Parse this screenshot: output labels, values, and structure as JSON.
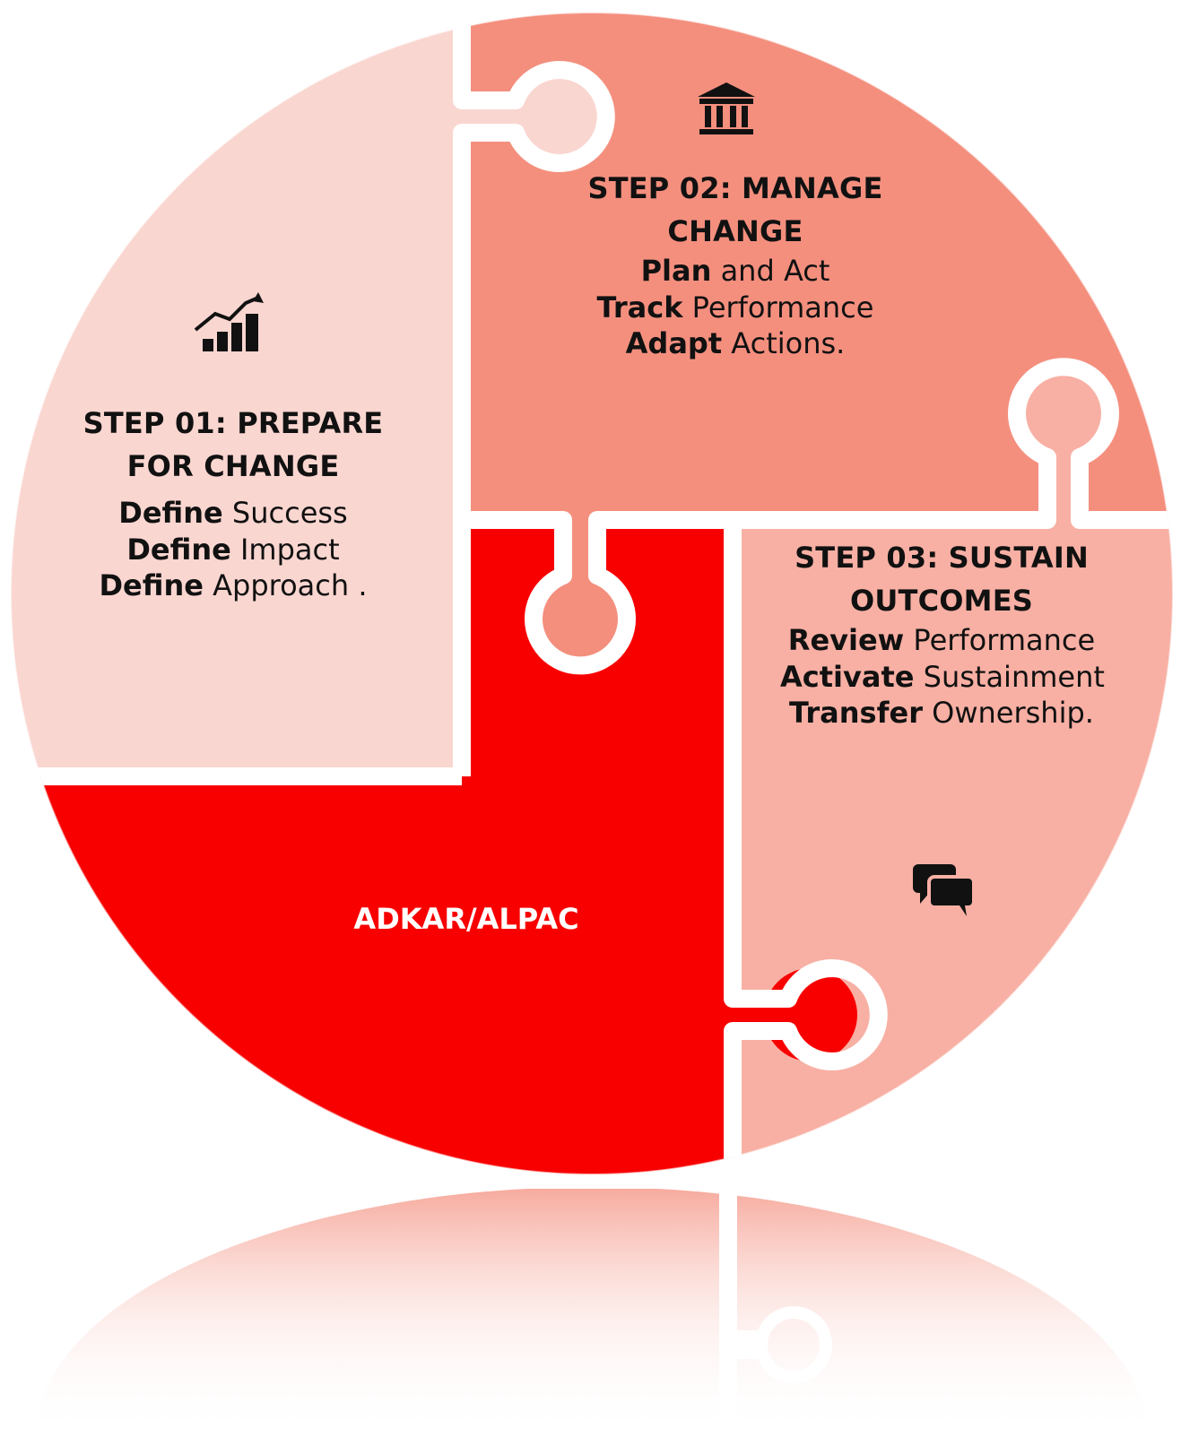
{
  "colors": {
    "piece_step1": "#fad6d0",
    "piece_step2": "#f48f7e",
    "piece_step3": "#f8b0a4",
    "piece_center": "#f80000",
    "border": "#ffffff",
    "text": "#111111",
    "center_text": "#ffffff"
  },
  "step1": {
    "icon": "growth-chart-icon",
    "title_line1": "STEP 01: PREPARE",
    "title_line2": "FOR CHANGE",
    "lines": [
      {
        "bold": "Define",
        "rest": " Success"
      },
      {
        "bold": "Define",
        "rest": " Impact"
      },
      {
        "bold": "Define",
        "rest": " Approach ."
      }
    ]
  },
  "step2": {
    "icon": "bank-building-icon",
    "title_line1": "STEP 02: MANAGE",
    "title_line2": "CHANGE",
    "lines": [
      {
        "bold": "Plan",
        "rest": " and Act"
      },
      {
        "bold": "Track",
        "rest": " Performance"
      },
      {
        "bold": "Adapt",
        "rest": " Actions."
      }
    ]
  },
  "step3": {
    "icon": "chat-bubbles-icon",
    "title_line1": "STEP 03: SUSTAIN",
    "title_line2": "OUTCOMES",
    "lines": [
      {
        "bold": "Review",
        "rest": " Performance"
      },
      {
        "bold": "Activate",
        "rest": " Sustainment"
      },
      {
        "bold": "Transfer",
        "rest": " Ownership."
      }
    ]
  },
  "center": {
    "label": "ADKAR/ALPAC"
  }
}
